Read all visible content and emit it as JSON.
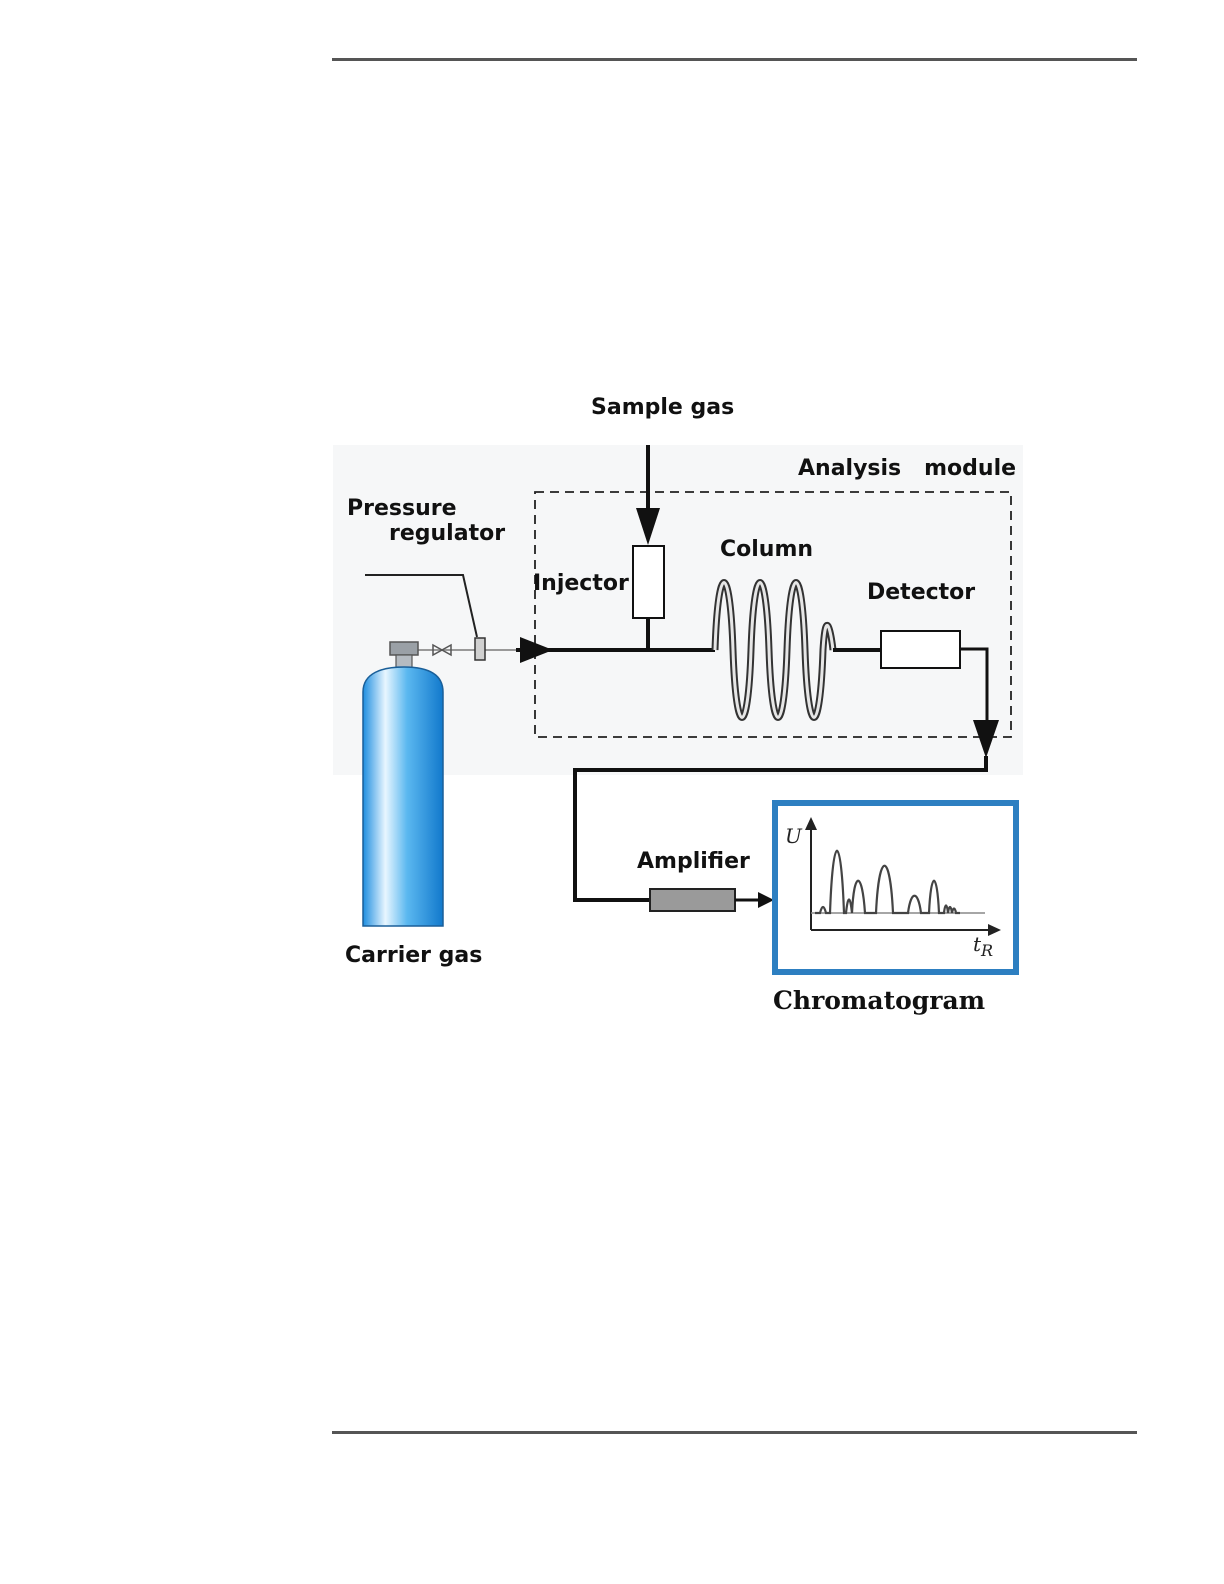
{
  "labels": {
    "sample_gas": "Sample gas",
    "analysis_module": "Analysis   module",
    "pressure_regulator_line1": "Pressure",
    "pressure_regulator_line2": "regulator",
    "injector": "Injector",
    "column": "Column",
    "detector": "Detector",
    "amplifier": "Amplifier",
    "carrier_gas": "Carrier gas",
    "chromatogram": "Chromatogram"
  },
  "chromatogram_axes": {
    "y_axis": "U",
    "x_axis_main": "t",
    "x_axis_sub": "R"
  },
  "colors": {
    "cylinder_main": "#3aa6ea",
    "cylinder_highlight": "#e8f6ff",
    "chromatogram_frame": "#2d7fc1",
    "amplifier_fill": "#9a9a9a",
    "line": "#111111"
  },
  "icons": {
    "valve": "valve-icon",
    "cylinder": "gas-cylinder-icon"
  }
}
